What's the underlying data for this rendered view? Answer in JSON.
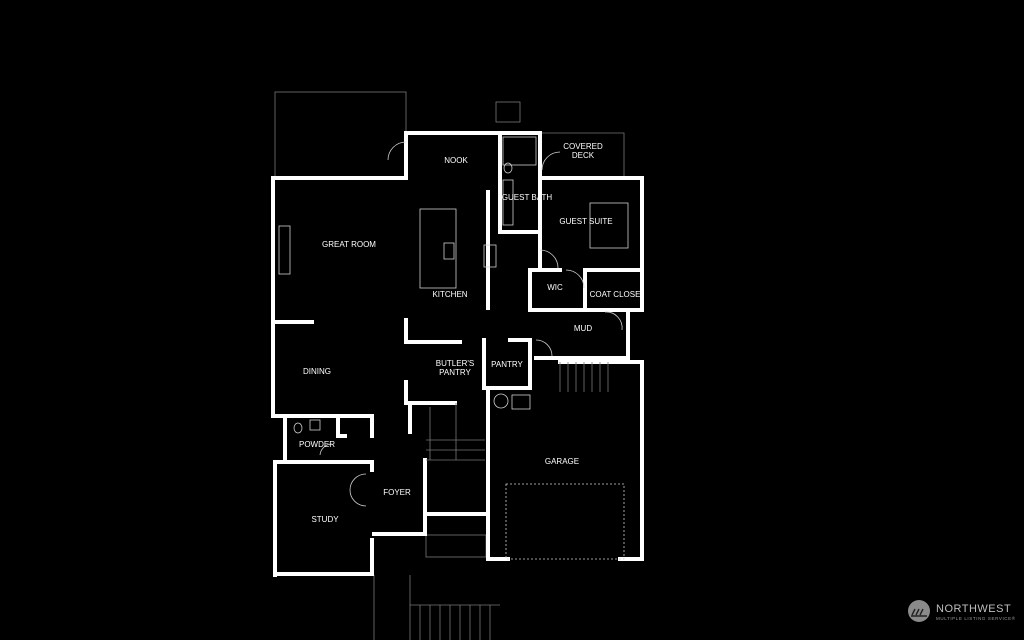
{
  "floor_plan": {
    "rooms": [
      {
        "id": "nook",
        "label": "NOOK"
      },
      {
        "id": "covered-deck",
        "label_lines": [
          "COVERED",
          "DECK"
        ]
      },
      {
        "id": "guest-bath",
        "label": "GUEST BATH"
      },
      {
        "id": "guest-suite",
        "label": "GUEST SUITE"
      },
      {
        "id": "great-room",
        "label": "GREAT ROOM"
      },
      {
        "id": "kitchen",
        "label": "KITCHEN"
      },
      {
        "id": "wic",
        "label": "WIC"
      },
      {
        "id": "coat-close",
        "label": "COAT CLOSE"
      },
      {
        "id": "mud",
        "label": "MUD"
      },
      {
        "id": "dining",
        "label": "DINING"
      },
      {
        "id": "butlers-pantry",
        "label_lines": [
          "BUTLER'S",
          "PANTRY"
        ]
      },
      {
        "id": "pantry",
        "label": "PANTRY"
      },
      {
        "id": "powder",
        "label": "POWDER"
      },
      {
        "id": "garage",
        "label": "GARAGE"
      },
      {
        "id": "foyer",
        "label": "FOYER"
      },
      {
        "id": "study",
        "label": "STUDY"
      }
    ]
  },
  "watermark": {
    "brand": "NORTHWEST",
    "tagline": "MULTIPLE LISTING SERVICE®"
  },
  "colors": {
    "background": "#000000",
    "walls": "#ffffff",
    "fixtures": "#cfcfcf"
  }
}
